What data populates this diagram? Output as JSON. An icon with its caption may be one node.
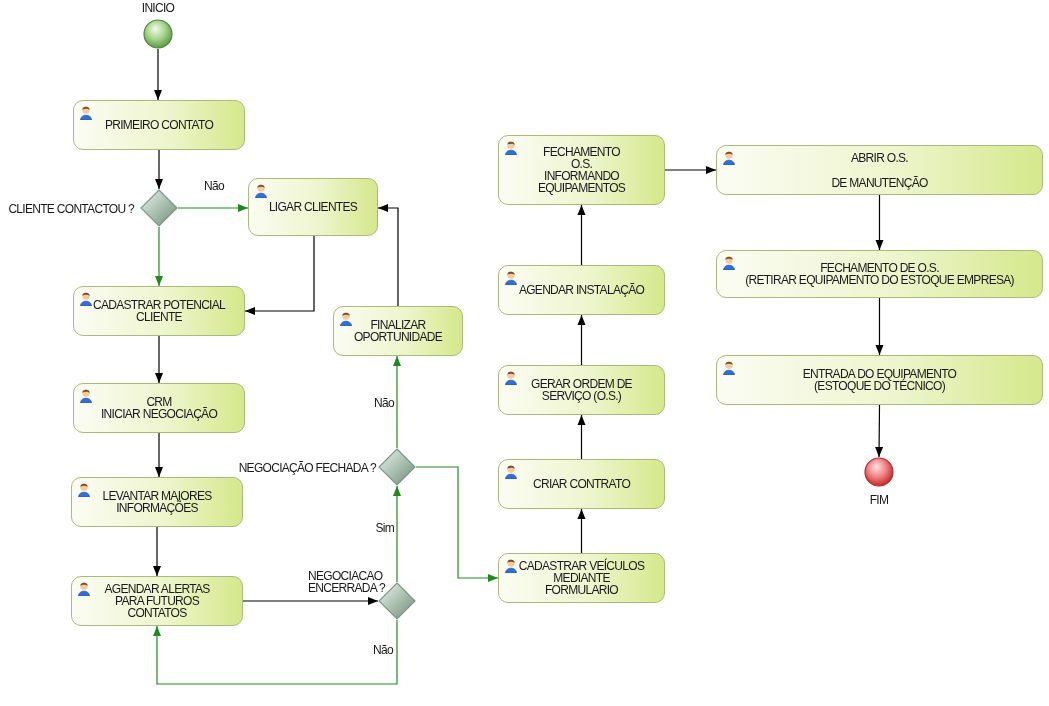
{
  "diagram": {
    "nodes": [
      {
        "text": [],
        "shape": "circle",
        "beside": [
          "INICIO"
        ]
      },
      {
        "text": [
          "PRIMEIRO CONTATO"
        ]
      },
      {
        "text": [],
        "shape": "diamond",
        "beside": [
          "CLIENTE CONTACTOU ?"
        ]
      },
      {
        "text": [
          "LIGAR CLIENTES"
        ]
      },
      {
        "text": [
          "CADASTRAR POTENCIAL CLIENTE"
        ]
      },
      {
        "text": [
          "FINALIZAR OPORTUNIDADE"
        ]
      },
      {
        "text": [
          "CRM",
          "INICIAR NEGOCIAÇÃO"
        ]
      },
      {
        "text": [
          "LEVANTAR MAIORES INFORMAÇÕES"
        ]
      },
      {
        "text": [
          "AGENDAR ALERTAS PARA FUTUROS CONTATOS"
        ]
      },
      {
        "text": [],
        "shape": "diamond",
        "beside": [
          "NEGOCIAÇÃO FECHADA ?"
        ]
      },
      {
        "text": [],
        "shape": "diamond",
        "beside": [
          "NEGOCIACAO ENCERRADA ?"
        ]
      },
      {
        "text": [
          "CADASTRAR VEÍCULOS MEDIANTE FORMULARIO"
        ]
      },
      {
        "text": [
          "CRIAR CONTRATO"
        ]
      },
      {
        "text": [
          "GERAR ORDEM DE SERVIÇO (O.S.)"
        ]
      },
      {
        "text": [
          "AGENDAR INSTALAÇÃO"
        ]
      },
      {
        "text": [
          "FECHAMENTO O.S. INFORMANDO EQUIPAMENTOS"
        ]
      },
      {
        "text": [
          "ABRIR O.S.",
          "DE MANUTENÇÃO"
        ]
      },
      {
        "text": [
          "FECHAMENTO DE O.S.",
          "(RETIRAR EQUIPAMENTO DO ESTOQUE EMPRESA)"
        ]
      },
      {
        "text": [
          "ENTRADA DO EQUIPAMENTO (ESTOQUE DO TÉCNICO)"
        ]
      },
      {
        "text": [],
        "shape": "circle",
        "beside": [
          "FIM"
        ]
      }
    ],
    "edges": [
      {
        "from": 0,
        "to": 1,
        "arrow": "to"
      },
      {
        "from": 1,
        "to": 2,
        "arrow": "to"
      },
      {
        "from": 2,
        "to": 3,
        "arrow": "to",
        "label": "Não",
        "color": "#208a20"
      },
      {
        "from": 2,
        "to": 4,
        "arrow": "to",
        "color": "#208a20"
      },
      {
        "from": 3,
        "to": 4,
        "arrow": "to"
      },
      {
        "from": 4,
        "to": 6,
        "arrow": "to"
      },
      {
        "from": 6,
        "to": 7,
        "arrow": "to"
      },
      {
        "from": 7,
        "to": 8,
        "arrow": "to"
      },
      {
        "from": 8,
        "to": 10,
        "arrow": "to"
      },
      {
        "from": 10,
        "to": 9,
        "arrow": "to",
        "label": "Sim",
        "color": "#208a20"
      },
      {
        "from": 10,
        "to": 8,
        "arrow": "to",
        "label": "Não",
        "color": "#208a20"
      },
      {
        "from": 9,
        "to": 5,
        "arrow": "to",
        "label": "Não",
        "color": "#208a20"
      },
      {
        "from": 5,
        "to": 3,
        "arrow": "to"
      },
      {
        "from": 9,
        "to": 11,
        "arrow": "to",
        "color": "#208a20"
      },
      {
        "from": 11,
        "to": 12,
        "arrow": "to"
      },
      {
        "from": 12,
        "to": 13,
        "arrow": "to"
      },
      {
        "from": 13,
        "to": 14,
        "arrow": "to"
      },
      {
        "from": 14,
        "to": 15,
        "arrow": "to"
      },
      {
        "from": 15,
        "to": 16,
        "arrow": "to"
      },
      {
        "from": 16,
        "to": 17,
        "arrow": "to"
      },
      {
        "from": 17,
        "to": 18,
        "arrow": "to"
      },
      {
        "from": 18,
        "to": 19,
        "arrow": "to"
      }
    ]
  }
}
